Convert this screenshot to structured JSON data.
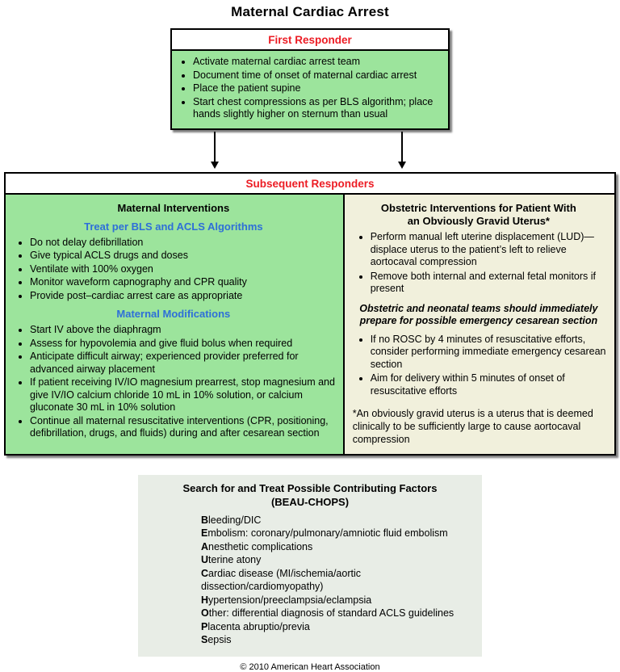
{
  "page": {
    "title": "Maternal Cardiac Arrest",
    "footer": "© 2010 American Heart Association"
  },
  "colors": {
    "header_red": "#EC1C24",
    "heading_blue": "#2E6FD8",
    "maternal_green": "#9CE49C",
    "obstetric_beige": "#F1F0DC",
    "factors_gray": "#E8EDE6"
  },
  "first_responder": {
    "header": "First Responder",
    "items": [
      "Activate maternal cardiac arrest team",
      "Document time of onset of maternal cardiac arrest",
      "Place the patient supine",
      "Start chest compressions as per BLS algorithm; place hands slightly higher on sternum than usual"
    ]
  },
  "subsequent_responders": {
    "header": "Subsequent Responders",
    "maternal": {
      "title": "Maternal Interventions",
      "bls_heading": "Treat per BLS and ACLS Algorithms",
      "bls_items": [
        "Do not delay defibrillation",
        "Give typical ACLS drugs and doses",
        "Ventilate with 100% oxygen",
        "Monitor waveform capnography and CPR quality",
        "Provide post–cardiac arrest care as appropriate"
      ],
      "modifications_heading": "Maternal Modifications",
      "modification_items": [
        "Start IV above the diaphragm",
        "Assess for hypovolemia and give fluid bolus when required",
        "Anticipate difficult airway; experienced provider preferred for advanced airway placement",
        "If patient receiving IV/IO magnesium prearrest, stop magnesium and give IV/IO calcium chloride 10 mL in 10% solution, or calcium gluconate 30 mL in 10% solution",
        "Continue all maternal resuscitative interventions (CPR, positioning, defibrillation, drugs, and fluids) during and after cesarean section"
      ]
    },
    "obstetric": {
      "title": "Obstetric Interventions for Patient With\nan Obviously Gravid Uterus*",
      "items_top": [
        "Perform manual left uterine displacement (LUD)—displace uterus to the patient’s left to relieve aortocaval compression",
        "Remove both internal and external fetal monitors if present"
      ],
      "emphasis": "Obstetric and neonatal teams should immediately prepare for possible emergency cesarean section",
      "items_bottom": [
        "If no ROSC by 4 minutes of resuscitative efforts, consider performing immediate emergency cesarean section",
        "Aim for delivery within 5 minutes of onset of resuscitative efforts"
      ],
      "footnote": "*An obviously gravid uterus is a uterus that is deemed clinically to be sufficiently large to cause aortocaval compression"
    }
  },
  "contributing_factors": {
    "title": "Search for and Treat Possible Contributing Factors\n(BEAU-CHOPS)",
    "items": [
      {
        "lead": "B",
        "rest": "leeding/DIC"
      },
      {
        "lead": "E",
        "rest": "mbolism: coronary/pulmonary/amniotic fluid embolism"
      },
      {
        "lead": "A",
        "rest": "nesthetic complications"
      },
      {
        "lead": "U",
        "rest": "terine atony"
      },
      {
        "lead": "C",
        "rest": "ardiac disease (MI/ischemia/aortic dissection/cardiomyopathy)"
      },
      {
        "lead": "H",
        "rest": "ypertension/preeclampsia/eclampsia"
      },
      {
        "lead": "O",
        "rest": "ther: differential diagnosis of standard ACLS guidelines"
      },
      {
        "lead": "P",
        "rest": "lacenta abruptio/previa"
      },
      {
        "lead": "S",
        "rest": "epsis"
      }
    ]
  }
}
